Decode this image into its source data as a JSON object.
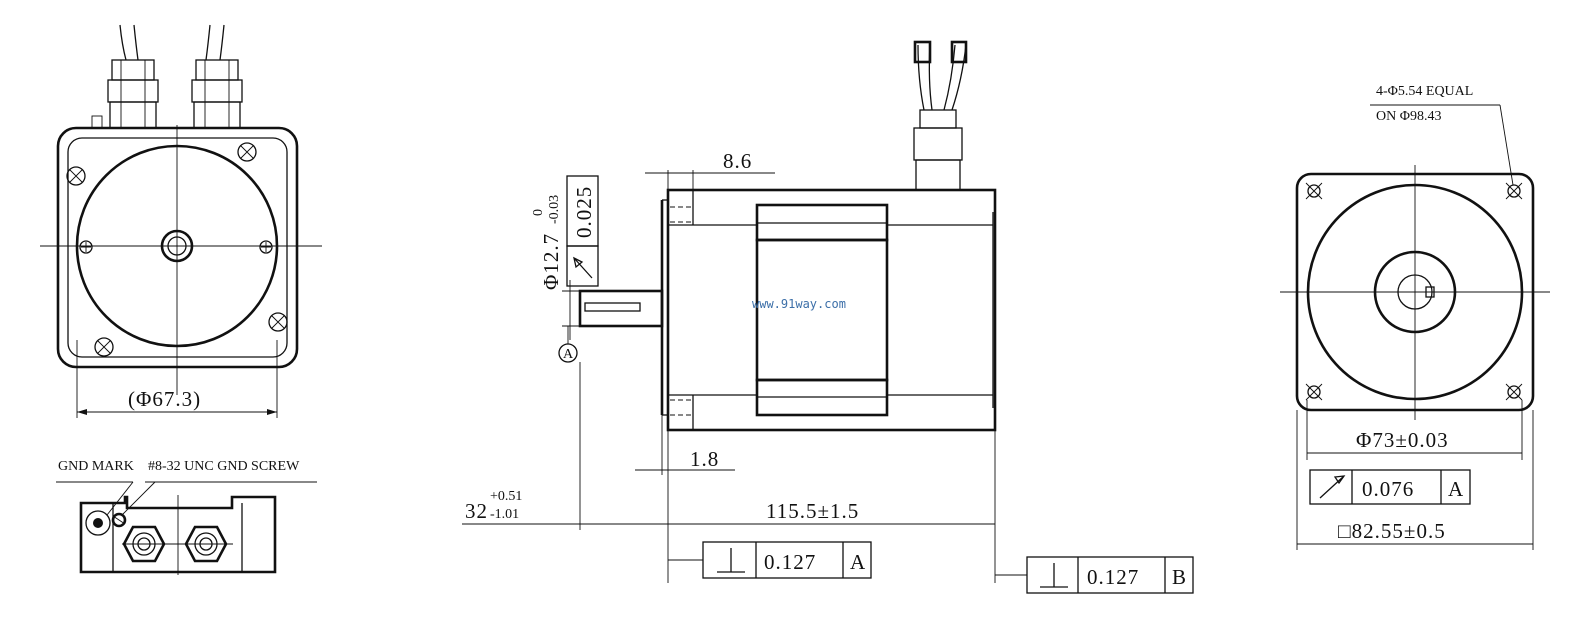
{
  "left_view": {
    "diameter_label": "(Φ67.3)",
    "gnd_mark_label": "GND MARK",
    "gnd_screw_label": "#8-32 UNC GND SCREW"
  },
  "side_view": {
    "flange_thickness": "8.6",
    "pilot_offset": "1.8",
    "shaft_diameter": "Φ12.7",
    "shaft_tol_upper": "0",
    "shaft_tol_lower": "-0.03",
    "runout_value": "0.025",
    "datum_a": "A",
    "shaft_length": "32",
    "shaft_len_tol_upper": "+0.51",
    "shaft_len_tol_lower": "-1.01",
    "body_length": "115.5±1.5",
    "perp_a_value": "0.127",
    "perp_a_datum": "A",
    "perp_b_value": "0.127",
    "perp_b_datum": "B",
    "watermark": "www.91way.com"
  },
  "front_view": {
    "hole_note_line1": "4-Φ5.54 EQUAL",
    "hole_note_line2": "ON Φ98.43",
    "pilot_diameter": "Φ73±0.03",
    "runout_value": "0.076",
    "runout_datum": "A",
    "square_size": "□82.55±0.5"
  }
}
